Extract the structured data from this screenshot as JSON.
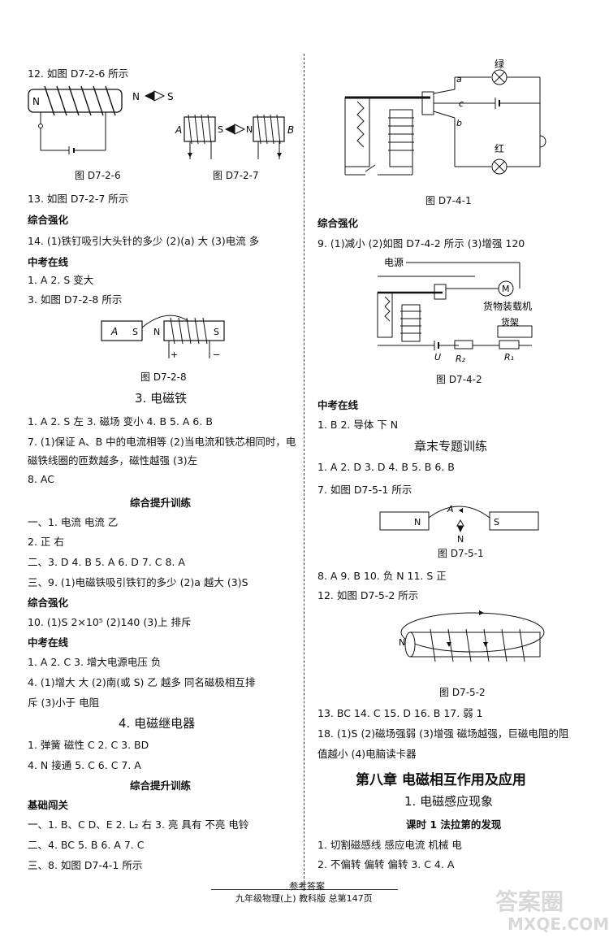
{
  "left": {
    "l12": "12. 如图 D7-2-6 所示",
    "fig_d726": {
      "n": "N",
      "s": "S",
      "caption": "图 D7-2-6"
    },
    "fig_d727": {
      "a": "A",
      "s": "S",
      "n": "N",
      "b": "B",
      "caption": "图 D7-2-7"
    },
    "l13": "13. 如图 D7-2-7 所示",
    "h_zonghe1": "综合强化",
    "l14": "14. (1)铁钉吸引大头针的多少  (2)(a)  大  (3)电流  多",
    "h_zhongkao1": "中考在线",
    "l1a": "1. A  2. S  变大",
    "l3a": "3. 如图 D7-2-8 所示",
    "fig_d728": {
      "a": "A",
      "s1": "S",
      "n": "N",
      "s2": "S",
      "plus": "+",
      "minus": "−",
      "caption": "图 D7-2-8"
    },
    "sec3_title": "3. 电磁铁",
    "s3_l1": "1. A  2. S  左  3. 磁场  变小  4. B  5. A  6. B",
    "s3_l7a": "7. (1)保证 A、B 中的电流相等  (2)当电流和铁芯相同时，电",
    "s3_l7b": "磁铁线圈的匝数越多，磁性越强  (3)左",
    "s3_l8": "8. AC",
    "h_tisheng1": "综合提升训练",
    "t1_1": "一、1. 电流  电流  乙",
    "t1_2": "2. 正  右",
    "t1_3": "二、3. D  4. B  5. A  6. D  7. C  8. A",
    "t1_9": "三、9. (1)电磁铁吸引铁钉的多少  (2)a  越大  (3)S",
    "h_zonghe2": "综合强化",
    "z2_10": "10. (1)S  2×10⁵  (2)140  (3)上  排斥",
    "h_zhongkao2": "中考在线",
    "zk2_1": "1. A  2. C  3. 增大电源电压  负",
    "zk2_4a": "4. (1)增大  大  (2)南(或 S)  乙  越多  同名磁极相互排",
    "zk2_4b": "斥  (3)小于  电阻",
    "sec4_title": "4. 电磁继电器",
    "s4_l1": "1. 弹簧  磁性  C  2. C  3. BD",
    "s4_l4": "4. N  接通  5. C  6. C  7. A",
    "h_tisheng2": "综合提升训练",
    "h_jichu": "基础闯关",
    "jc_1": "一、1. B、C  D、E  2. L₂  右  3. 亮  具有  不亮  电铃",
    "jc_4": "二、4. BC  5. B  6. A  7. C",
    "jc_8": "三、8. 如图 D7-4-1 所示"
  },
  "right": {
    "fig_d741": {
      "green": "绿",
      "red": "红",
      "a": "a",
      "b": "b",
      "c": "c",
      "caption": "图 D7-4-1"
    },
    "h_zonghe3": "综合强化",
    "r9": "9. (1)减小  (2)如图 D7-4-2 所示  (3)增强  120",
    "fig_d742": {
      "power": "电源",
      "motor": "M",
      "loader": "货物装载机",
      "shelf": "货架",
      "u": "U",
      "r2": "R₂",
      "r1": "R₁",
      "caption": "图 D7-4-2"
    },
    "h_zhongkao3": "中考在线",
    "zk3_1": "1. B  2. 导体  下  N",
    "chapter_train": "章末专题训练",
    "ct_1": "1. A  2. D  3. D  4. B  5. B  6. B",
    "ct_7": "7. 如图 D7-5-1 所示",
    "fig_d751": {
      "n1": "N",
      "a": "A",
      "s": "S",
      "n2": "N",
      "caption": "图 D7-5-1"
    },
    "ct_8": "8. A  9. B  10. 负  N  11. S  正",
    "ct_12": "12. 如图 D7-5-2 所示",
    "fig_d752": {
      "n": "N",
      "caption": "图 D7-5-2"
    },
    "ct_13": "13. BC  14. C  15. D  16. B  17. 弱  1",
    "ct_18a": "18. (1)S  (2)磁场强弱  (3)增强  磁场越强，巨磁电阻的阻",
    "ct_18b": "值越小  (4)电脑读卡器",
    "chapter8": "第八章   电磁相互作用及应用",
    "sec81": "1. 电磁感应现象",
    "lesson1": "课时 1   法拉第的发现",
    "l81_1": "1. 切割磁感线  感应电流  机械  电",
    "l81_2": "2. 不偏转  偏转  偏转  3. C  4. A"
  },
  "footer": {
    "label": "参考答案",
    "info": "九年级物理(上)   教科版   总第147页"
  },
  "watermark": {
    "main": "答案圈",
    "site": "MXQE.COM"
  }
}
